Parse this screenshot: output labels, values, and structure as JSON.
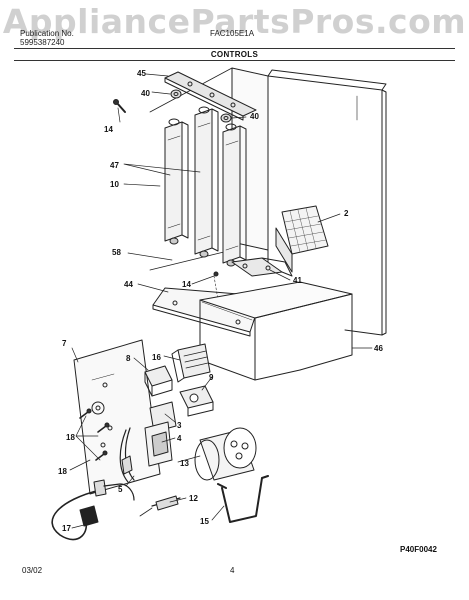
{
  "watermark": "AppliancePartsPros.com",
  "header": {
    "publication_label": "Publication No.",
    "publication_no": "5995387240",
    "model": "FAC105E1A",
    "section": "CONTROLS"
  },
  "callouts": {
    "c45": "45",
    "c40a": "40",
    "c40b": "40",
    "c14a": "14",
    "c47": "47",
    "c10": "10",
    "c2": "2",
    "c58": "58",
    "c44": "44",
    "c14b": "14",
    "c41": "41",
    "c46": "46",
    "c7": "7",
    "c8": "8",
    "c16": "16",
    "c9": "9",
    "c3": "3",
    "c4": "4",
    "c18a": "18",
    "c18b": "18",
    "c5": "5",
    "c13": "13",
    "c12": "12",
    "c17": "17",
    "c15": "15"
  },
  "footer": {
    "date": "03/02",
    "page": "4",
    "figure_code": "P40F0042"
  }
}
